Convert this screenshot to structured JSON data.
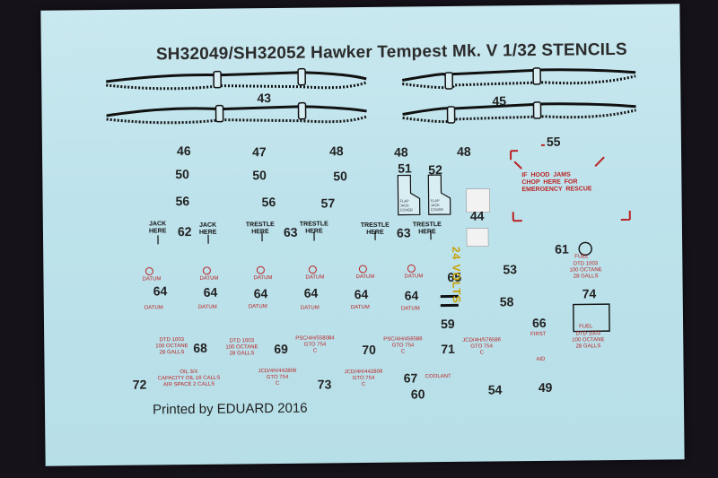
{
  "sheet": {
    "title": "SH32049/SH32052 Hawker Tempest Mk. V  1/32  STENCILS",
    "footer": "Printed by EDUARD 2016"
  },
  "decal_numbers": {
    "n43": "43",
    "n45": "45",
    "n46": "46",
    "n47": "47",
    "n48a": "48",
    "n48b": "48",
    "n48c": "48",
    "n50a": "50",
    "n50b": "50",
    "n50c": "50",
    "n51": "51",
    "n52": "52",
    "n55": "55",
    "n56a": "56",
    "n56b": "56",
    "n57": "57",
    "n44": "44",
    "n62": "62",
    "n63a": "63",
    "n63b": "63",
    "n61": "61",
    "n53": "53",
    "n64a": "64",
    "n64b": "64",
    "n64c": "64",
    "n64d": "64",
    "n64e": "64",
    "n64f": "64",
    "n65": "65",
    "n58": "58",
    "n74": "74",
    "n59": "59",
    "n66": "66",
    "n68": "68",
    "n69": "69",
    "n70": "70",
    "n71": "71",
    "n72": "72",
    "n73": "73",
    "n67": "67",
    "n60": "60",
    "n54": "54",
    "n49": "49"
  },
  "stencil_text": {
    "jack_here": "JACK\nHERE",
    "trestle_here": "TRESTLE\nHERE",
    "datum": "DATUM",
    "hood_jams": "IF  HOOD  JAMS\nCHOP  HERE  FOR\nEMERGENCY  RESCUE",
    "volts": "24 VOLTS",
    "fuel_octane": "DTD 1003\n100 OCTANE\n28 GALLS",
    "fuel_label": "FUEL",
    "first": "FIRST",
    "aid": "AID",
    "coolant": "COOLANT",
    "oil": "OIL 3/X\nCAPACITY OIL 16 CALLS\nAIR SPACE 2 CALLS",
    "psc1": "PSC/4H/558084\nGTO 754\nC",
    "psc2": "PSC/4H/456586\nGTO 754\nC",
    "jcd1": "JCD/4H/576586\nGTO 754\nC",
    "jcd2": "JCD/4H/442806\nGTO 754\nC",
    "jcd3": "JCD/4H/442806\nGTO 754\nC",
    "flap_jack": "FLAP\nJACK\nCOVER"
  },
  "colors": {
    "sheet": "#bfe3ec",
    "background": "#15121a",
    "ink": "#222222",
    "red": "#b22222",
    "yellow": "#c8a000"
  }
}
